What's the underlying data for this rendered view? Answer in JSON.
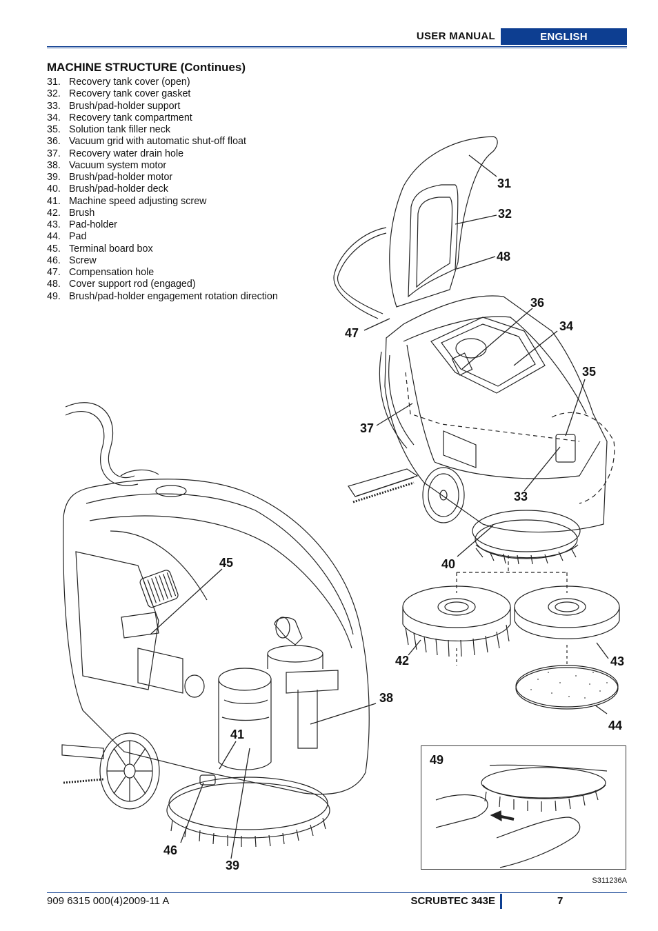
{
  "header": {
    "manual_label": "USER MANUAL",
    "language_tab": "ENGLISH"
  },
  "section": {
    "title": "MACHINE STRUCTURE (Continues)"
  },
  "parts": [
    {
      "num": "31.",
      "label": "Recovery tank cover (open)"
    },
    {
      "num": "32.",
      "label": "Recovery tank cover gasket"
    },
    {
      "num": "33.",
      "label": "Brush/pad-holder support"
    },
    {
      "num": "34.",
      "label": "Recovery tank compartment"
    },
    {
      "num": "35.",
      "label": "Solution tank filler neck"
    },
    {
      "num": "36.",
      "label": "Vacuum grid with automatic shut-off float"
    },
    {
      "num": "37.",
      "label": "Recovery water drain hole"
    },
    {
      "num": "38.",
      "label": "Vacuum system motor"
    },
    {
      "num": "39.",
      "label": "Brush/pad-holder motor"
    },
    {
      "num": "40.",
      "label": "Brush/pad-holder deck"
    },
    {
      "num": "41.",
      "label": "Machine speed adjusting screw"
    },
    {
      "num": "42.",
      "label": "Brush"
    },
    {
      "num": "43.",
      "label": "Pad-holder"
    },
    {
      "num": "44.",
      "label": "Pad"
    },
    {
      "num": "45.",
      "label": "Terminal board box"
    },
    {
      "num": "46.",
      "label": "Screw"
    },
    {
      "num": "47.",
      "label": "Compensation hole"
    },
    {
      "num": "48.",
      "label": "Cover support rod (engaged)"
    },
    {
      "num": "49.",
      "label": "Brush/pad-holder engagement rotation direction"
    }
  ],
  "callouts": {
    "c31": "31",
    "c32": "32",
    "c48": "48",
    "c36": "36",
    "c34": "34",
    "c47": "47",
    "c35": "35",
    "c37": "37",
    "c33": "33",
    "c40": "40",
    "c45": "45",
    "c42": "42",
    "c43": "43",
    "c38": "38",
    "c44": "44",
    "c41": "41",
    "c49": "49",
    "c46": "46",
    "c39": "39"
  },
  "figure_code": "S311236A",
  "footer": {
    "doc_number": "909 6315 000(4)2009-11 A",
    "model": "SCRUBTEC 343E",
    "page": "7"
  },
  "colors": {
    "accent": "#0d3e91"
  }
}
